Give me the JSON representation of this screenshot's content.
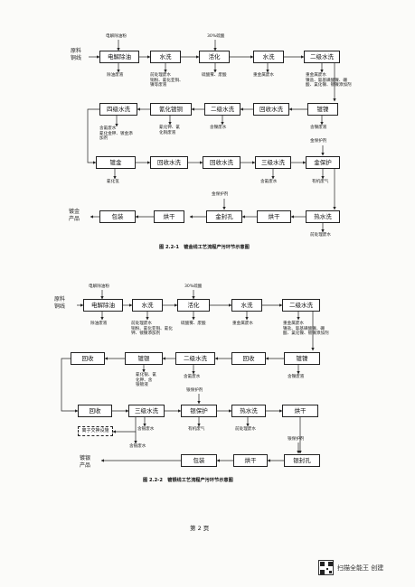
{
  "figure1": {
    "caption": "图 2.2-1　镀金线工艺流程产污环节示意图",
    "input_label": "原料\n铜线",
    "output_label": "镀金\n产品",
    "boxes": {
      "degrease": "电解除油",
      "wash1": "水洗",
      "activate": "活化",
      "wash2": "水洗",
      "wash3": "二级水洗",
      "nickel": "镀镍",
      "recover1": "回收水洗",
      "wash4": "二级水洗",
      "cyanide": "氰化镀铜",
      "wash5": "四级水洗",
      "gold": "镀金",
      "recover2": "回收水洗",
      "recover3": "回收水洗",
      "wash6": "三级水洗",
      "protect": "金保护",
      "pack": "包装",
      "dry1": "烘干",
      "seal": "金封孔",
      "dry2": "烘干",
      "hotwash": "热水洗"
    },
    "inputs": {
      "degrease": "电解除油粉",
      "activate": "30%硫酸",
      "seal": "金保护剂"
    },
    "outputs": {
      "degrease": "除油废液",
      "wash1": "前处理废水\n铜粉、氰化亚铜、\n镍等废液",
      "activate": "硫酸雾、废酸",
      "wash2": "重金属废水",
      "wash3": "重金属废水\n镍盐、氨基磺酸镍、硼\n酸、氯化镍、镀镍添加剂",
      "wash4": "含镍废水",
      "cyanide": "氰化钾、氰\n化铜废液",
      "wash5": "含氰废水\n氰化金钾、镀金添\n加剂",
      "nickel_below": "含镍废液",
      "gold": "氰化氢",
      "wash6": "含氰废水",
      "protect": "有机废气",
      "protect_above": "金保护剂",
      "hotwash": "前处理废水"
    }
  },
  "figure2": {
    "caption": "图 2.2-2　镀银线工艺流程产污环节示意图",
    "input_label": "原料\n铜线",
    "output_label": "镀银\n产品",
    "boxes": {
      "degrease": "电解除油",
      "wash1": "水洗",
      "activate": "活化",
      "wash2": "水洗",
      "wash3": "二级水洗",
      "recover1": "回收",
      "silver": "镀银",
      "wash4": "二级水洗",
      "recover2": "回收",
      "nickel": "镀镍",
      "recover3": "回收",
      "wash5": "三级水洗",
      "protect": "银保护",
      "hotwash": "热水洗",
      "dry1": "烘干",
      "ionex": "离子交换设施",
      "pack": "包装",
      "dry2": "烘干",
      "seal": "银封孔"
    },
    "inputs": {
      "degrease": "电解除油粉",
      "activate": "30%硫酸",
      "protect": "银保护剂",
      "seal": "银保护剂"
    },
    "outputs": {
      "degrease": "除油废液",
      "wash1": "前处理废水\n铜粉、氰化亚铜、氰化\n钾、镀镍添加剂",
      "activate": "硫酸雾、废酸",
      "wash2": "重金属废水",
      "wash3": "重金属废水\n镍盐、氨基磺酸镍、硼\n酸、氯化镍、镀镍添加剂",
      "silver": "氰化银、氰\n化钾、含\n银镀液",
      "wash4": "含氰废水",
      "nickel": "含镍废液",
      "wash5": "含银废水",
      "wash5b": "含银废水",
      "protect": "有机废气",
      "hotwash": "前处理废水"
    }
  },
  "page_number": "第 2 页",
  "watermark": "扫描全能王 创建"
}
